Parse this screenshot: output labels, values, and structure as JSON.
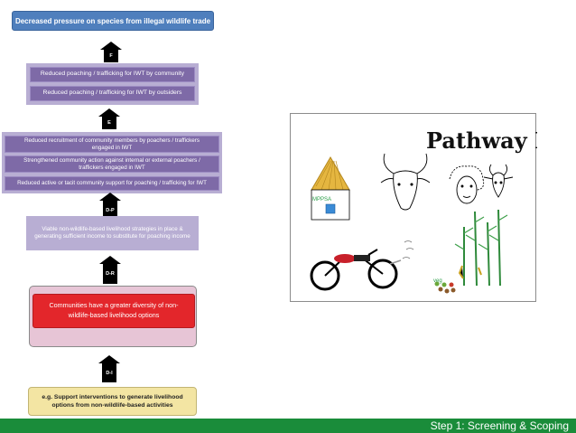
{
  "diagram": {
    "goal": "Decreased pressure on species from illegal wildlife trade",
    "arrow_f": "F",
    "outcome_f": [
      "Reduced poaching / trafficking for IWT by community",
      "Reduced poaching / trafficking for IWT by outsiders"
    ],
    "arrow_e": "E",
    "outcome_e": [
      "Reduced recruitment of community members by poachers / traffickers engaged in IWT",
      "Strengthened community action against internal or external poachers / traffickers engaged in IWT",
      "Reduced active or tacit community support for poaching / trafficking for IWT"
    ],
    "arrow_dp": "D-P",
    "outcome_dp": "Viable non-wildlife-based livelihood strategies in place & generating sufficient income to substitute for poaching income",
    "arrow_dr": "D-R",
    "outcome_dr": "Communities have a greater diversity of non-wildlife-based livelihood options",
    "arrow_di": "D-I",
    "intervention": "e.g. Support interventions to generate livelihood options from non-wildlife-based activities"
  },
  "illustration": {
    "title": "Pathway D",
    "hut_sign": "MPPSA",
    "veg_label": "veg"
  },
  "footer": {
    "label": "Step 1: Screening & Scoping"
  }
}
